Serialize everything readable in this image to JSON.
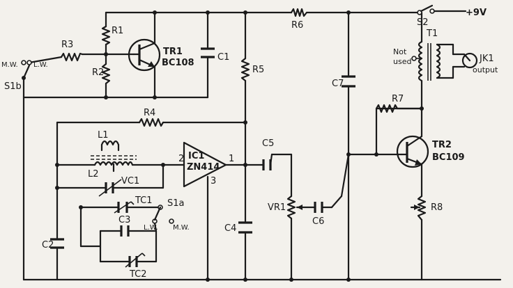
{
  "supply": {
    "label": "+9V",
    "switch": "S2"
  },
  "labels": {
    "R1": "R1",
    "R2": "R2",
    "R3": "R3",
    "R4": "R4",
    "R5": "R5",
    "R6": "R6",
    "R7": "R7",
    "R8": "R8",
    "VR1": "VR1",
    "C1": "C1",
    "C2": "C2",
    "C3": "C3",
    "C4": "C4",
    "C5": "C5",
    "C6": "C6",
    "C7": "C7",
    "VC1": "VC1",
    "TC1": "TC1",
    "TC2": "TC2",
    "L1": "L1",
    "L2": "L2",
    "T1": "T1",
    "JK1": "JK1",
    "S1a": "S1a",
    "S1b": "S1b"
  },
  "transistors": {
    "tr1": {
      "name": "TR1",
      "type": "BC108"
    },
    "tr2": {
      "name": "TR2",
      "type": "BC109"
    }
  },
  "ic": {
    "name": "IC1",
    "type": "ZN414",
    "pin_in": "2",
    "pin_out": "1",
    "pin_gnd": "3"
  },
  "switch_positions": {
    "mw": "M.W.",
    "lw": "L.W."
  },
  "transformer_notes": {
    "not_used_1": "Not",
    "not_used_2": "used",
    "output": "output"
  }
}
